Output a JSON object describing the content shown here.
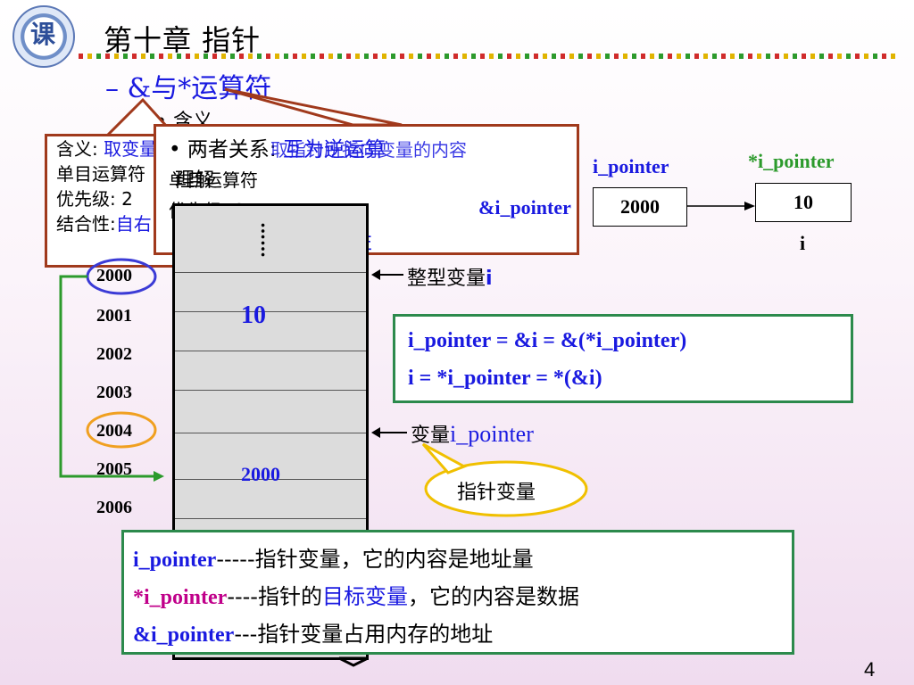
{
  "header": {
    "logo_text": "课",
    "title": "第十章  指针"
  },
  "subtitle": "– &与*运算符",
  "meaning_label": "• 含义",
  "box_left": {
    "line1_prefix": "含义: ",
    "line1_value": "取变量",
    "line2": "单目运算符",
    "line3": "优先级: 2",
    "line4_prefix": "结合性:",
    "line4_value": "自右"
  },
  "box_right": {
    "line1_prefix": "• 两者关系: ",
    "line1_value": "互为逆运算",
    "line1_overlay": "取指针所指向变量的内容",
    "line2": "单目运算符",
    "line3": "优先级: 2",
    "line4": "左",
    "overlay_understand": "理解"
  },
  "memory": {
    "dots": "……",
    "addresses": [
      "2000",
      "2001",
      "2002",
      "2003",
      "2004",
      "2005",
      "2006"
    ],
    "value_i": "10",
    "value_pointer": "2000",
    "label_int_prefix": "整型变量",
    "label_int_name": "i",
    "label_ptr_prefix": "变量",
    "label_ptr_name": "i_pointer",
    "bubble": "指针变量"
  },
  "diagram": {
    "label_ptr": "i_pointer",
    "label_deref": "*i_pointer",
    "label_addr": "&i_pointer",
    "cell_ptr_value": "2000",
    "cell_i_value": "10",
    "label_i": "i"
  },
  "equations": {
    "line1": "i_pointer = &i  = &(*i_pointer)",
    "line2": "i  =    *i_pointer  =    *(&i)"
  },
  "summary": [
    {
      "term": "i_pointer",
      "dashes": "-----",
      "text": "指针变量，它的内容是地址量"
    },
    {
      "term": "*i_pointer",
      "dashes": "----",
      "text_a": "指针的",
      "text_hl": "目标变量",
      "text_b": "，它的内容是数据"
    },
    {
      "term": "&i_pointer",
      "dashes": "---",
      "text": "指针变量占用内存的地址"
    }
  ],
  "page_number": "4",
  "colors": {
    "accent_blue": "#1a1ae0",
    "brown": "#a0391c",
    "green": "#2c8a4c",
    "red": "#c00000"
  }
}
